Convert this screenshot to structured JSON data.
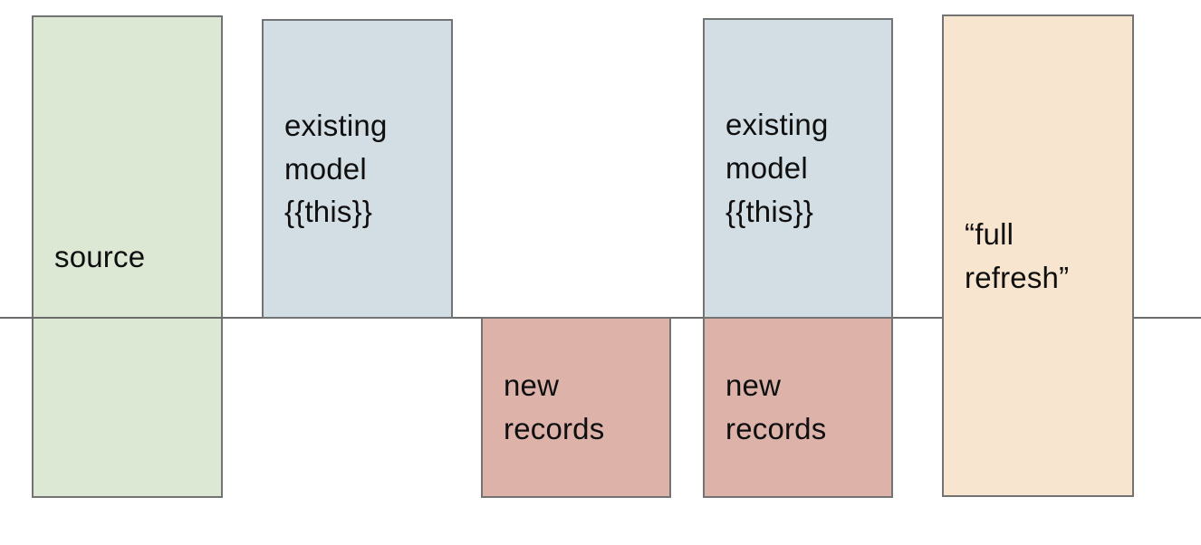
{
  "diagram": {
    "background_color": "#ffffff",
    "timeline": {
      "color": "#6b6b6b",
      "description": "horizontal divider line separating existing data (above) from new data (below)"
    },
    "border_color": "#737373",
    "text_color": "#0f0f0f",
    "boxes": [
      {
        "id": "source",
        "label": "source",
        "fill": "#dce8d4",
        "position": "spans-line"
      },
      {
        "id": "existing-model-1",
        "label": "existing\nmodel\n{{this}}",
        "fill": "#d2dee4",
        "position": "above-line"
      },
      {
        "id": "new-records-1",
        "label": "new\nrecords",
        "fill": "#dcb2a9",
        "position": "below-line"
      },
      {
        "id": "existing-model-2",
        "label": "existing\nmodel\n{{this}}",
        "fill": "#d2dee4",
        "position": "above-line"
      },
      {
        "id": "new-records-2",
        "label": "new\nrecords",
        "fill": "#dcb2a9",
        "position": "below-line"
      },
      {
        "id": "full-refresh",
        "label": "“full\nrefresh”",
        "fill": "#f8e5d0",
        "position": "spans-line"
      }
    ]
  }
}
